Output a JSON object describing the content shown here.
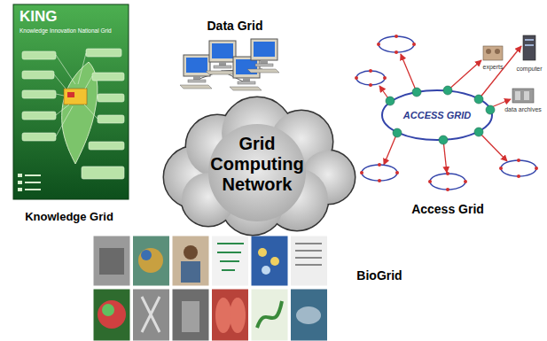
{
  "diagram": {
    "nodes": [
      {
        "text": [
          "Grid Computing Network"
        ]
      }
    ],
    "labels": [
      "KING",
      "Knowledge Innovation National Grid",
      "Data Grid",
      "ACCESS GRID",
      "experts",
      "computer",
      "data archives",
      "Access Grid",
      "Knowledge Grid",
      "BioGrid"
    ]
  }
}
